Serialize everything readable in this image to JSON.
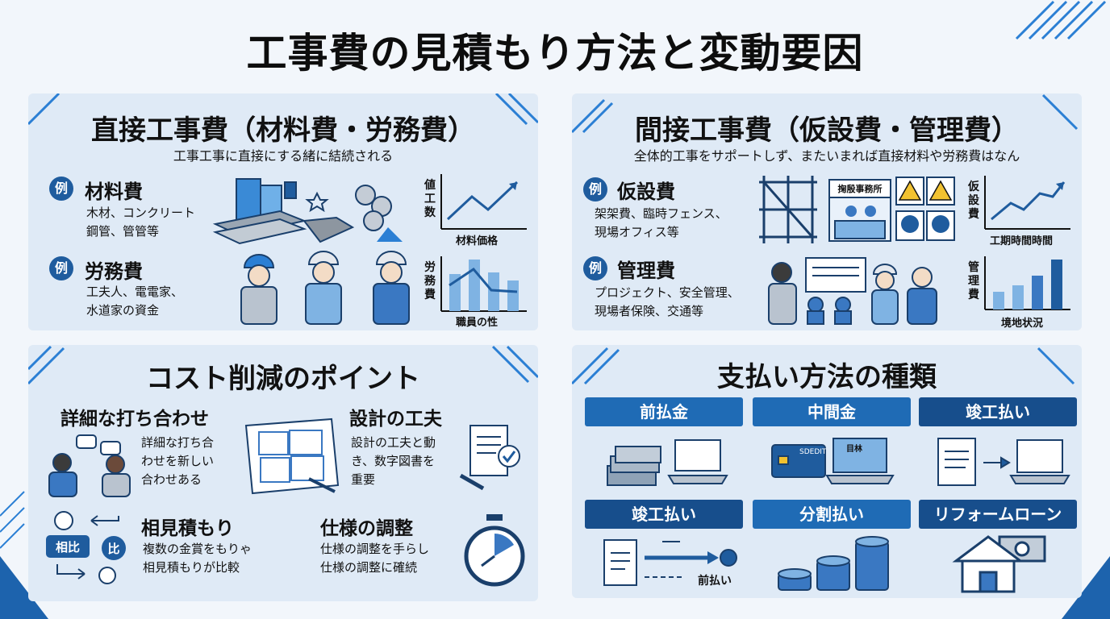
{
  "title": "工事費の見積もり方法と変動要因",
  "direct": {
    "title": "直接工事費（材料費・労務費）",
    "subtitle": "工事工事に直接にする緒に結続される",
    "example_badge": "例",
    "materials": {
      "title": "材料費",
      "desc": [
        "木材、コンクリート",
        "鋼管、管管等"
      ],
      "chart_ylabel": [
        "値",
        "工",
        "数"
      ],
      "chart_xlabel": "材料価格"
    },
    "labor": {
      "title": "労務費",
      "desc": [
        "工夫人、電電家、",
        "水道家の資金"
      ],
      "chart_ylabel": [
        "労",
        "務",
        "費"
      ],
      "chart_xlabel": "職員の性"
    }
  },
  "indirect": {
    "title": "間接工事費（仮設費・管理費）",
    "subtitle": "全体的工事をサポートしず、またいまれば直接材料や労務費はなん",
    "example_badge": "例",
    "temporary": {
      "title": "仮設費",
      "desc": [
        "架架費、臨時フェンス、",
        "現場オフィス等"
      ],
      "office_sign": "掬殷事務所",
      "chart_ylabel": [
        "仮",
        "設",
        "費"
      ],
      "chart_xlabel": "工期時間時間"
    },
    "management": {
      "title": "管理費",
      "desc": [
        "プロジェクト、安全管理、",
        "現場者保険、交通等"
      ],
      "chart_ylabel": [
        "管",
        "理",
        "費"
      ],
      "chart_xlabel": "境地状況"
    }
  },
  "cost": {
    "title": "コスト削減のポイント",
    "items": [
      {
        "title": "詳細な打ち合わせ",
        "desc": [
          "詳細な打ち合",
          "わせを新しい",
          "合わせある"
        ]
      },
      {
        "title": "設計の工夫",
        "desc": [
          "設計の工夫と動",
          "き、数字図書を",
          "重要"
        ]
      },
      {
        "title": "相見積もり",
        "desc": [
          "複数の金賞をもりゃ",
          "相見積もりが比較"
        ]
      },
      {
        "title": "仕様の調整",
        "desc": [
          "仕様の調整を手らし",
          "仕様の調整に確続"
        ]
      }
    ],
    "compare_labels": [
      "相比",
      "比"
    ]
  },
  "payment": {
    "title": "支払い方法の種類",
    "methods": [
      "前払金",
      "中間金",
      "竣工払い",
      "竣工払い",
      "分割払い",
      "リフォームローン"
    ],
    "card_text": "SDEDIT",
    "laptop_card_text": "目林",
    "flow_label": "前払い"
  },
  "colors": {
    "brand_blue": "#1f5c9e",
    "panel_bg": "#dfeaf6",
    "accent": "#2b7fd4"
  }
}
